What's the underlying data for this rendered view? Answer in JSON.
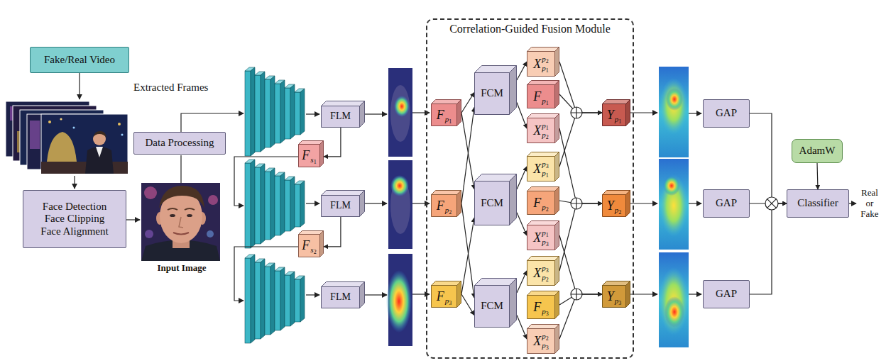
{
  "diagram": {
    "nodes": [
      {
        "text": [
          "Fake/Real Video"
        ]
      },
      {
        "text": [
          "Data Processing"
        ]
      },
      {
        "text": [
          "Face Detection Face Clipping Face Alignment"
        ]
      },
      {
        "text": [
          "FLM"
        ]
      },
      {
        "text": [
          "F",
          "s",
          "1"
        ]
      },
      {
        "text": [
          "FLM"
        ]
      },
      {
        "text": [
          "F",
          "s",
          "2"
        ]
      },
      {
        "text": [
          "FLM"
        ]
      },
      {
        "text": [
          "Correlation-Guided Fusion Module"
        ]
      },
      {
        "text": [
          "F",
          "p",
          "1"
        ],
        "in": 8
      },
      {
        "text": [
          "F",
          "p",
          "2"
        ],
        "in": 8
      },
      {
        "text": [
          "F",
          "p",
          "3"
        ],
        "in": 8
      },
      {
        "text": [
          "FCM"
        ],
        "in": 8
      },
      {
        "text": [
          "FCM"
        ],
        "in": 8
      },
      {
        "text": [
          "FCM"
        ],
        "in": 8
      },
      {
        "text": [
          "X",
          "p",
          "2",
          "p",
          "1"
        ],
        "in": 8
      },
      {
        "text": [
          "F",
          "p",
          "1"
        ],
        "in": 8
      },
      {
        "text": [
          "X",
          "p",
          "1",
          "p",
          "2"
        ],
        "in": 8
      },
      {
        "text": [
          "X",
          "p",
          "3",
          "p",
          "1"
        ],
        "in": 8
      },
      {
        "text": [
          "F",
          "p",
          "2"
        ],
        "in": 8
      },
      {
        "text": [
          "X",
          "p",
          "1",
          "p",
          "3"
        ],
        "in": 8
      },
      {
        "text": [
          "X",
          "p",
          "3",
          "p",
          "2"
        ],
        "in": 8
      },
      {
        "text": [
          "F",
          "p",
          "3"
        ],
        "in": 8
      },
      {
        "text": [
          "X",
          "p",
          "2",
          "p",
          "3"
        ],
        "in": 8
      },
      {
        "text": [
          "Y",
          "p",
          "1"
        ],
        "in": 8
      },
      {
        "text": [
          "Y",
          "p",
          "2"
        ],
        "in": 8
      },
      {
        "text": [
          "Y",
          "p",
          "3"
        ],
        "in": 8
      },
      {
        "text": [
          "GAP"
        ]
      },
      {
        "text": [
          "GAP"
        ]
      },
      {
        "text": [
          "GAP"
        ]
      },
      {
        "text": [
          "AdamW"
        ]
      },
      {
        "text": [
          "Classifier"
        ]
      }
    ],
    "edges": [
      {
        "from": 3,
        "to": 4,
        "arrow": "to"
      },
      {
        "from": 5,
        "to": 6,
        "arrow": "to"
      },
      {
        "from": 9,
        "to": 12,
        "arrow": "to"
      },
      {
        "from": 9,
        "to": 13,
        "arrow": "to"
      },
      {
        "from": 10,
        "to": 12,
        "arrow": "to"
      },
      {
        "from": 10,
        "to": 14,
        "arrow": "to"
      },
      {
        "from": 11,
        "to": 13,
        "arrow": "to"
      },
      {
        "from": 11,
        "to": 14,
        "arrow": "to"
      },
      {
        "from": 12,
        "to": 15,
        "arrow": "to"
      },
      {
        "from": 12,
        "to": 17,
        "arrow": "to"
      },
      {
        "from": 13,
        "to": 18,
        "arrow": "to"
      },
      {
        "from": 13,
        "to": 20,
        "arrow": "to"
      },
      {
        "from": 14,
        "to": 21,
        "arrow": "to"
      },
      {
        "from": 14,
        "to": 23,
        "arrow": "to"
      },
      {
        "from": 15,
        "to": 24,
        "arrow": "to"
      },
      {
        "from": 16,
        "to": 24,
        "arrow": "to"
      },
      {
        "from": 18,
        "to": 24,
        "arrow": "to"
      },
      {
        "from": 17,
        "to": 25,
        "arrow": "to"
      },
      {
        "from": 19,
        "to": 25,
        "arrow": "to"
      },
      {
        "from": 21,
        "to": 25,
        "arrow": "to"
      },
      {
        "from": 20,
        "to": 26,
        "arrow": "to"
      },
      {
        "from": 22,
        "to": 26,
        "arrow": "to"
      },
      {
        "from": 23,
        "to": 26,
        "arrow": "to"
      },
      {
        "from": 27,
        "to": 31,
        "arrow": "to"
      },
      {
        "from": 28,
        "to": 31,
        "arrow": "to"
      },
      {
        "from": 29,
        "to": 31,
        "arrow": "to"
      },
      {
        "from": 30,
        "to": 31,
        "arrow": "to"
      }
    ],
    "labels": [
      "Extracted Frames",
      "Input Image",
      "Real or Fake"
    ]
  }
}
